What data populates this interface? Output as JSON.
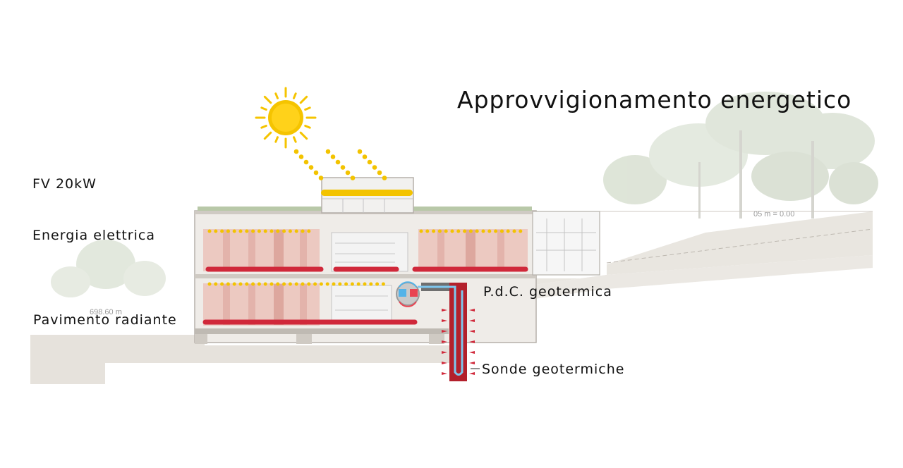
{
  "title": "Approvvigionamento energetico",
  "labels": {
    "pv": "FV 20kW",
    "electric": "Energia elettrica",
    "floor_heating": "Pavimento radiante",
    "heat_pump": "P.d.C. geotermica",
    "probes": "Sonde geotermiche"
  },
  "elevations": {
    "left": "698.60 m",
    "right": "05 m = 0.00"
  },
  "colors": {
    "sun": "#f5c400",
    "dots": "#f3c300",
    "heating_pipe": "#d0283a",
    "probe": "#b3202c",
    "probe_inner": "#7ec7ee",
    "ground": "#e6e2dc",
    "tree": "#c9d4c0"
  }
}
